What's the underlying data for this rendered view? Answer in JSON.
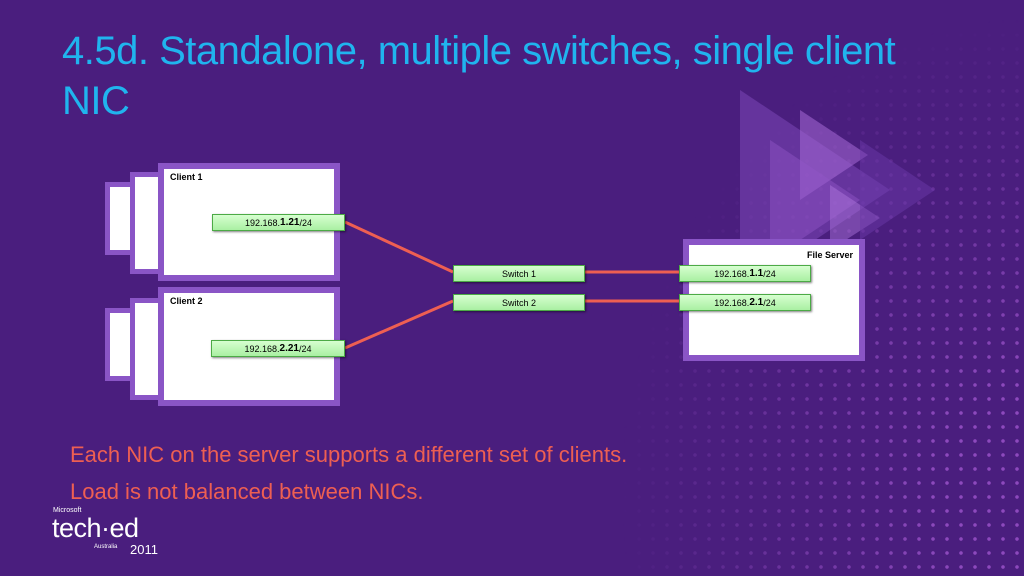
{
  "slide": {
    "title": "4.5d. Standalone, multiple switches, single client NIC",
    "captions": [
      "Each NIC on the server supports a different set of clients.",
      "Load is not balanced between NICs."
    ]
  },
  "diagram": {
    "client1": {
      "label": "Client 1",
      "nic": {
        "prefix": "192.168.",
        "host": "1.21",
        "suffix": "/24"
      }
    },
    "client2": {
      "label": "Client 2",
      "nic": {
        "prefix": "192.168.",
        "host": "2.21",
        "suffix": "/24"
      }
    },
    "switch1": "Switch 1",
    "switch2": "Switch 2",
    "server": {
      "label": "File Server",
      "nic1": {
        "prefix": "192.168.",
        "host": "1.1",
        "suffix": "/24"
      },
      "nic2": {
        "prefix": "192.168.",
        "host": "2.1",
        "suffix": "/24"
      }
    }
  },
  "logo": {
    "company": "Microsoft",
    "brand": "tech·ed",
    "country": "Australia",
    "year": "2011"
  },
  "colors": {
    "background": "#4a1e7e",
    "title": "#20b4ee",
    "caption": "#ee5f52",
    "link": "#ee5f52",
    "frame": "#8a55c6",
    "chip": "#b8f5b0"
  }
}
